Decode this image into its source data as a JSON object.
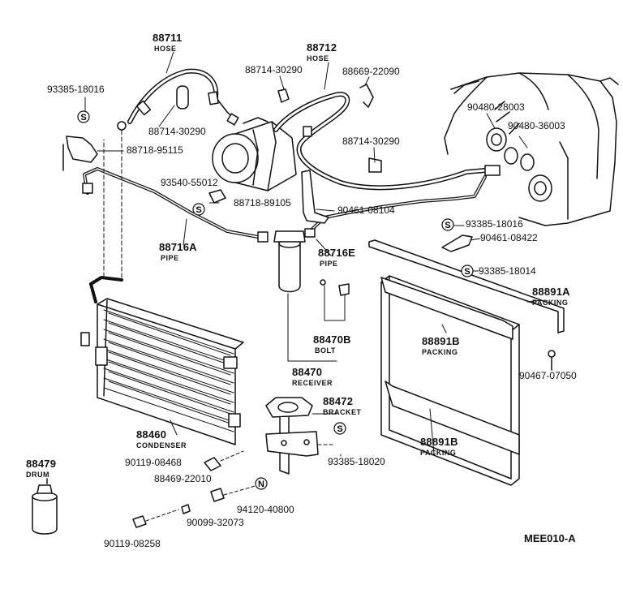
{
  "figure_code": "MEE010-A",
  "callouts": {
    "hose_88711": {
      "number": "88711",
      "name": "HOSE"
    },
    "hose_88712": {
      "number": "88712",
      "name": "HOSE"
    },
    "pipe_88716a": {
      "number": "88716A",
      "name": "PIPE"
    },
    "pipe_88716e": {
      "number": "88716E",
      "name": "PIPE"
    },
    "bolt_88470b": {
      "number": "88470B",
      "name": "BOLT"
    },
    "receiver_88470": {
      "number": "88470",
      "name": "RECEIVER"
    },
    "bracket_88472": {
      "number": "88472",
      "name": "BRACKET"
    },
    "condenser_88460": {
      "number": "88460",
      "name": "CONDENSER"
    },
    "drum_88479": {
      "number": "88479",
      "name": "DRUM"
    },
    "packing_88891a": {
      "number": "88891A",
      "name": "PACKING"
    },
    "packing_88891b_1": {
      "number": "88891B",
      "name": "PACKING"
    },
    "packing_88891b_2": {
      "number": "88891B",
      "name": "PACKING"
    }
  },
  "part_numbers": {
    "p93385_18016_a": "93385-18016",
    "p88714_30290_a": "88714-30290",
    "p88714_30290_b": "88714-30290",
    "p88714_30290_c": "88714-30290",
    "p88669_22090": "88669-22090",
    "p88718_95115": "88718-95115",
    "p93540_55012": "93540-55012",
    "p88718_89105": "88718-89105",
    "p90461_08104": "90461-08104",
    "p90480_28003": "90480-28003",
    "p90480_36003": "90480-36003",
    "p93385_18016_b": "93385-18016",
    "p90461_08422": "90461-08422",
    "p93385_18014": "93385-18014",
    "p90467_07050": "90467-07050",
    "p90119_08468": "90119-08468",
    "p88469_22010": "88469-22010",
    "p94120_40800": "94120-40800",
    "p90099_32073": "90099-32073",
    "p93385_18020": "93385-18020",
    "p90119_08258": "90119-08258"
  },
  "symbols": {
    "s_mark": "S",
    "n_mark": "N"
  },
  "colors": {
    "ink": "#111111",
    "paper": "#ffffff"
  }
}
